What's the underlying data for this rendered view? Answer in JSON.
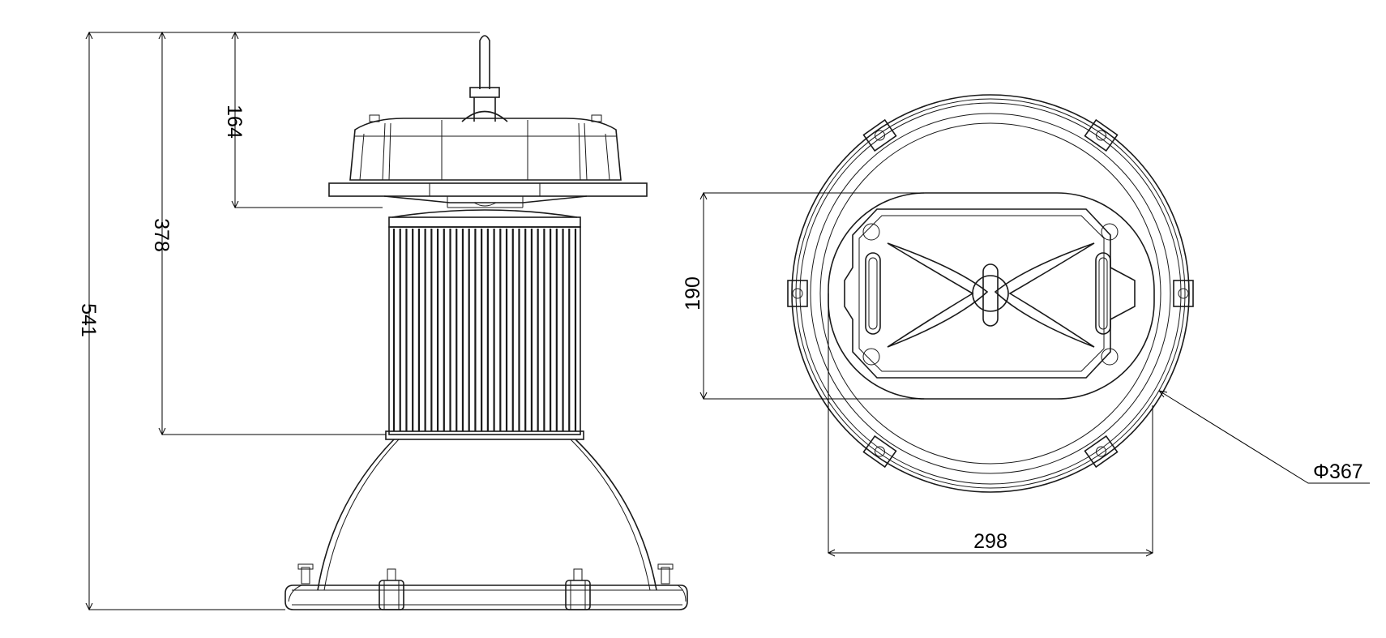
{
  "dimensions": {
    "total_height": "541",
    "height_to_fins_bottom": "378",
    "hook_to_base_height": "164",
    "reflector_opening_width": "190",
    "inner_width": "298",
    "outer_diameter": "Φ367"
  }
}
